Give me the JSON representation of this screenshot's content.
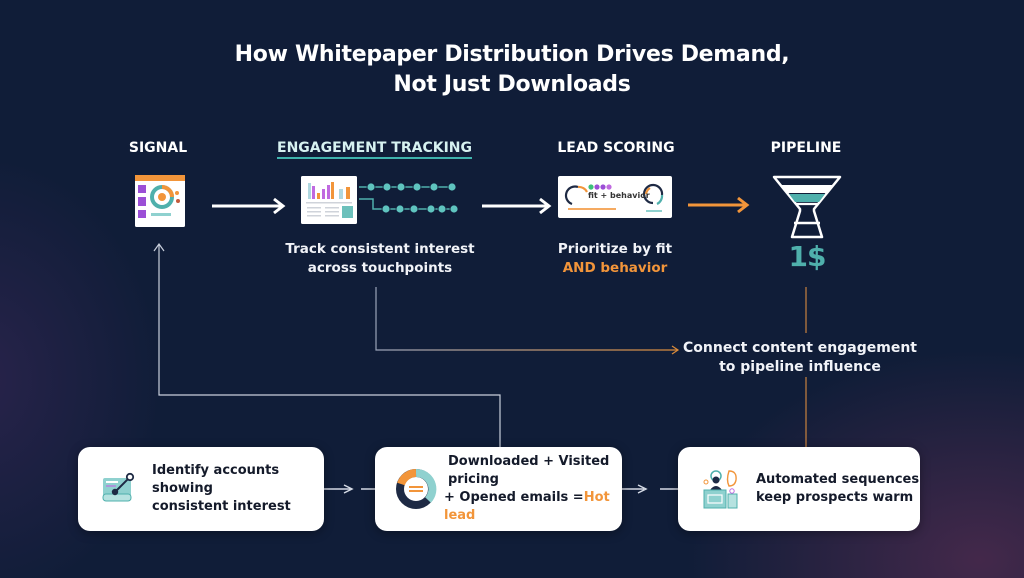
{
  "title": {
    "line1": "How Whitepaper Distribution Drives Demand,",
    "line2": "Not Just Downloads"
  },
  "stages": [
    {
      "id": "signal",
      "label": "SIGNAL",
      "icon": "content-dashboard-icon"
    },
    {
      "id": "engagement",
      "label": "ENGAGEMENT TRACKING",
      "icon": "analytics-tracking-icon",
      "caption_line1": "Track consistent interest",
      "caption_line2": "across touchpoints"
    },
    {
      "id": "scoring",
      "label": "LEAD SCORING",
      "icon": "score-gauge-icon",
      "icon_text": "fit + behavior",
      "caption_line1": "Prioritize by fit",
      "caption_accent": "AND behavior"
    },
    {
      "id": "pipeline",
      "label": "PIPELINE",
      "icon": "funnel-icon",
      "value_text": "1$"
    }
  ],
  "connector_note": {
    "line1": "Connect content engagement",
    "line2": "to pipeline influence"
  },
  "cards": [
    {
      "id": "identify",
      "icon": "account-map-icon",
      "line1": "Identify accounts showing",
      "line2": "consistent interest"
    },
    {
      "id": "hot-lead",
      "icon": "donut-chart-icon",
      "line1": "Downloaded + Visited pricing",
      "line2_prefix": "+ Opened emails =",
      "line2_accent": "Hot lead"
    },
    {
      "id": "nurture",
      "icon": "automation-person-icon",
      "line1": "Automated sequences",
      "line2": "keep prospects warm"
    }
  ],
  "colors": {
    "background": "#101d38",
    "accent_orange": "#f2953a",
    "accent_teal": "#4fb0ac",
    "card_text": "#141a2a"
  }
}
